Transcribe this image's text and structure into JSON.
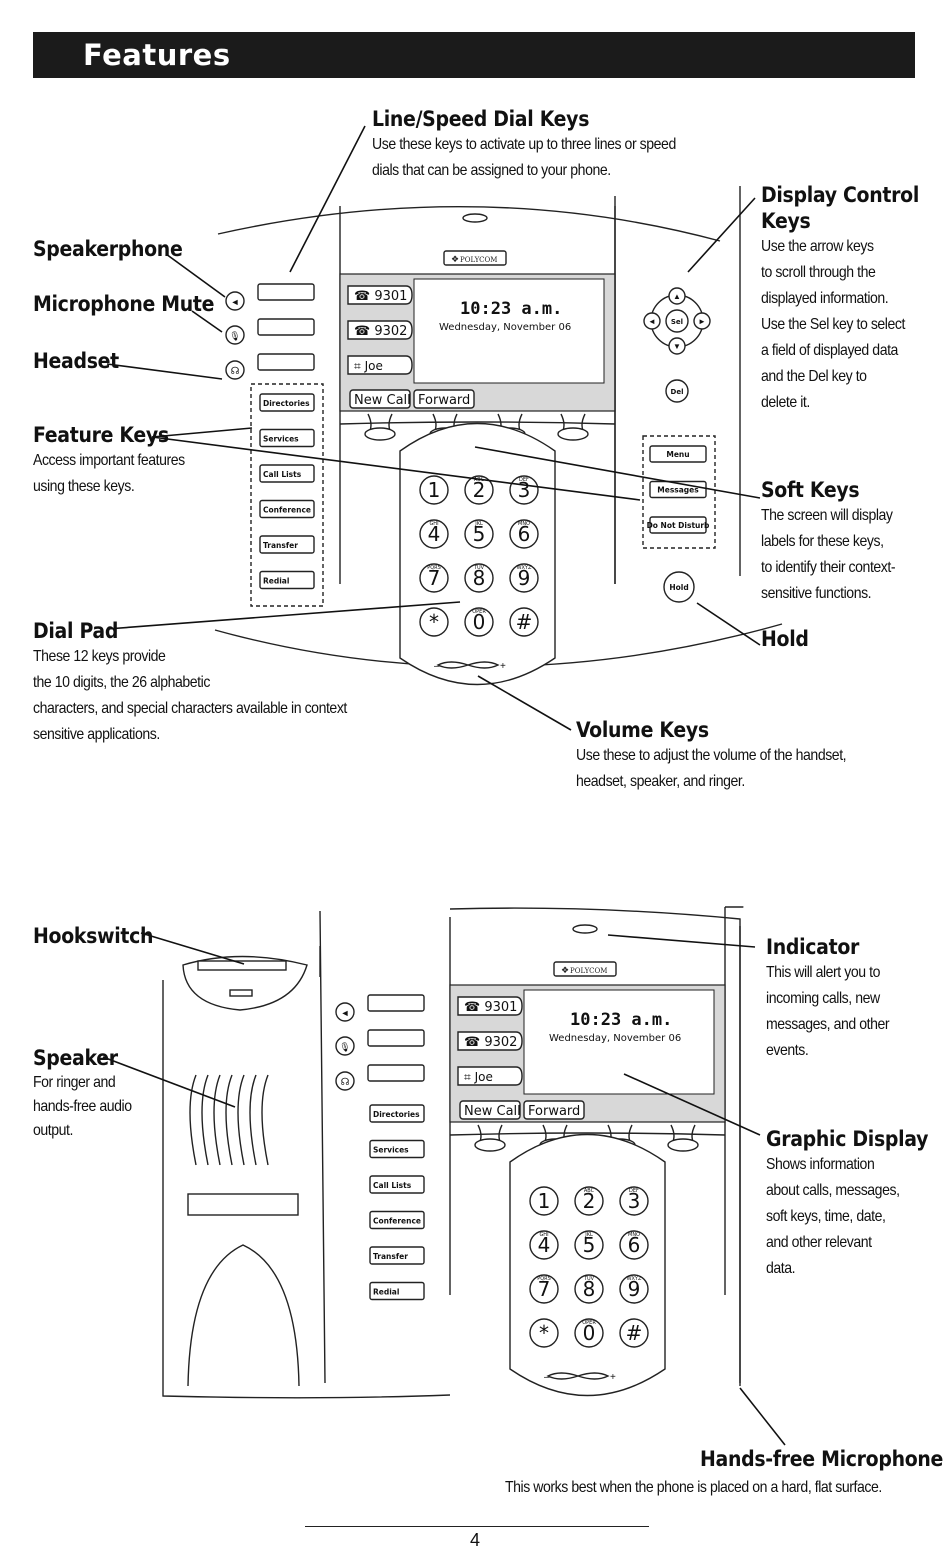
{
  "header": {
    "title": "Features"
  },
  "top_diagram": {
    "callouts": {
      "line_speed_dial": {
        "title": "Line/Speed Dial Keys",
        "desc": "Use these keys to activate up to three lines or speed\ndials that can be assigned to your phone."
      },
      "display_control": {
        "title": "Display Control\nKeys",
        "desc": "Use the arrow keys\nto scroll through the\ndisplayed information.\nUse the Sel key to select\na field of displayed data\nand the Del key to\ndelete it."
      },
      "speakerphone": {
        "title": "Speakerphone"
      },
      "microphone_mute": {
        "title": "Microphone Mute"
      },
      "headset": {
        "title": "Headset"
      },
      "feature_keys": {
        "title": "Feature Keys",
        "desc": "Access important features\nusing these keys."
      },
      "soft_keys": {
        "title": "Soft Keys",
        "desc": "The screen will display\nlabels for these keys,\nto identify their context-\nsensitive functions."
      },
      "dial_pad": {
        "title": "Dial Pad",
        "desc": "These 12 keys provide\nthe 10 digits, the 26 alphabetic\ncharacters, and special characters available in context\nsensitive applications."
      },
      "hold": {
        "title": "Hold"
      },
      "volume_keys": {
        "title": "Volume Keys",
        "desc": "Use these to adjust the volume of the handset,\nheadset, speaker, and ringer."
      }
    }
  },
  "phone": {
    "brand": "POLYCOM",
    "lines": [
      "9301",
      "9302",
      "Joe"
    ],
    "time": "10:23 a.m.",
    "date": "Wednesday, November 06",
    "softkeys": [
      "New Call",
      "Forward"
    ],
    "feature_keys": [
      "Directories",
      "Services",
      "Call Lists",
      "Conference",
      "Transfer",
      "Redial"
    ],
    "right_keys": [
      "Menu",
      "Messages",
      "Do Not Disturb"
    ],
    "hold_label": "Hold",
    "sel_label": "Sel",
    "del_label": "Del",
    "dialpad": [
      {
        "digit": "1",
        "letters": ""
      },
      {
        "digit": "2",
        "letters": "ABC"
      },
      {
        "digit": "3",
        "letters": "DEF"
      },
      {
        "digit": "4",
        "letters": "GHI"
      },
      {
        "digit": "5",
        "letters": "JKL"
      },
      {
        "digit": "6",
        "letters": "MNO"
      },
      {
        "digit": "7",
        "letters": "PQRS"
      },
      {
        "digit": "8",
        "letters": "TUV"
      },
      {
        "digit": "9",
        "letters": "WXYZ"
      },
      {
        "digit": "*",
        "letters": ""
      },
      {
        "digit": "0",
        "letters": "OPER"
      },
      {
        "digit": "#",
        "letters": ""
      }
    ]
  },
  "bottom_diagram": {
    "callouts": {
      "hookswitch": {
        "title": "Hookswitch"
      },
      "indicator": {
        "title": "Indicator",
        "desc": "This will alert you to\nincoming calls, new\nmessages, and other\nevents."
      },
      "speaker": {
        "title": "Speaker",
        "desc": "For ringer and\nhands-free audio\noutput."
      },
      "graphic_display": {
        "title": "Graphic Display",
        "desc": "Shows information\nabout calls, messages,\nsoft keys, time, date,\nand other relevant\ndata."
      },
      "handsfree_mic": {
        "title": "Hands-free Microphone",
        "desc": "This works best when the phone is placed on a hard, flat surface."
      }
    }
  },
  "footer": {
    "page_number": "4"
  }
}
